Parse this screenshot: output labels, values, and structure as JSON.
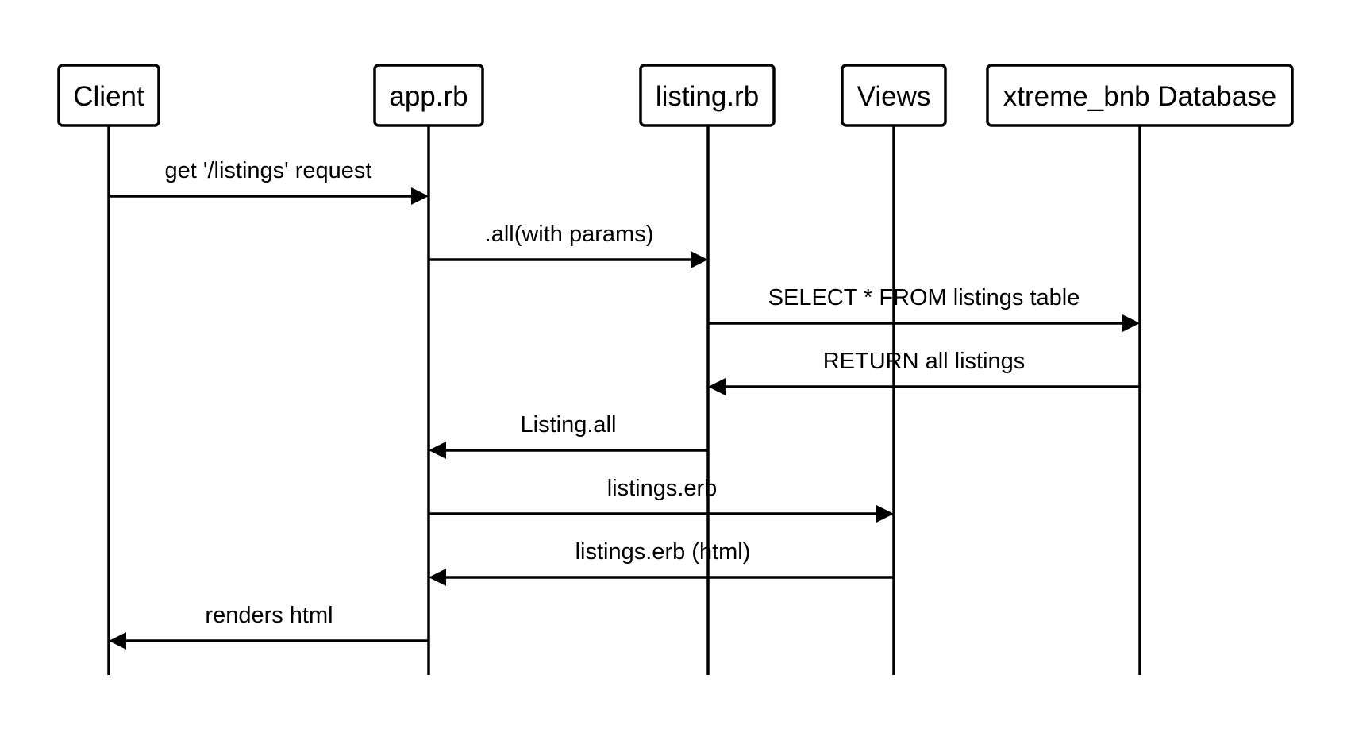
{
  "colors": {
    "stroke": "#000000",
    "background": "#ffffff",
    "box_fill": "#ffffff"
  },
  "participants": [
    {
      "id": "client",
      "label": "Client"
    },
    {
      "id": "app",
      "label": "app.rb"
    },
    {
      "id": "listing",
      "label": "listing.rb"
    },
    {
      "id": "views",
      "label": "Views"
    },
    {
      "id": "db",
      "label": "xtreme_bnb Database"
    }
  ],
  "messages": [
    {
      "from": "client",
      "to": "app",
      "label": "get '/listings' request"
    },
    {
      "from": "app",
      "to": "listing",
      "label": ".all(with params)"
    },
    {
      "from": "listing",
      "to": "db",
      "label": "SELECT * FROM listings table"
    },
    {
      "from": "db",
      "to": "listing",
      "label": "RETURN all listings"
    },
    {
      "from": "listing",
      "to": "app",
      "label": "Listing.all"
    },
    {
      "from": "app",
      "to": "views",
      "label": "listings.erb"
    },
    {
      "from": "views",
      "to": "app",
      "label": "listings.erb (html)"
    },
    {
      "from": "app",
      "to": "client",
      "label": "renders html"
    }
  ]
}
